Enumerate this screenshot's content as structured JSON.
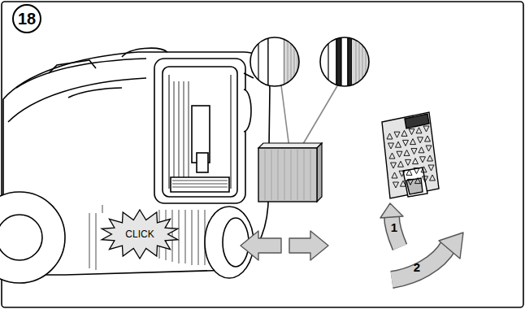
{
  "diagram": {
    "nodes": [
      {
        "text": [
          "18"
        ]
      },
      {
        "text": [
          "CLICK"
        ]
      }
    ],
    "labels": [
      "1",
      "2"
    ]
  }
}
